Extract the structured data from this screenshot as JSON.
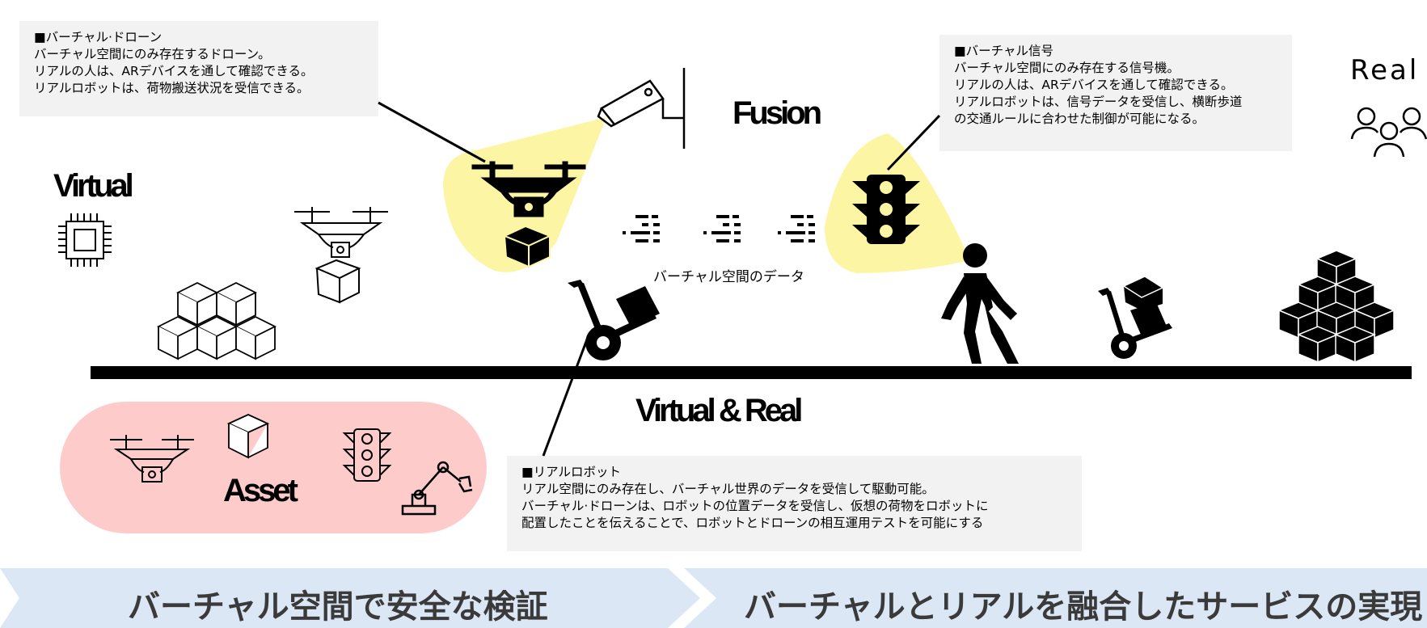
{
  "callouts": {
    "virtual_drone": {
      "title": "■バーチャル·ドローン",
      "lines": [
        "バーチャル空間にのみ存在するドローン。",
        "リアルの人は、ARデバイスを通して確認できる。",
        "リアルロボットは、荷物搬送状況を受信できる。"
      ]
    },
    "virtual_signal": {
      "title": "■バーチャル信号",
      "lines": [
        "バーチャル空間にのみ存在する信号機。",
        "リアルの人は、ARデバイスを通して確認できる。",
        "リアルロボットは、信号データを受信し、横断歩道",
        "の交通ルールに合わせた制御が可能になる。"
      ]
    },
    "real_robot": {
      "title": "■リアルロボット",
      "lines": [
        "リアル空間にのみ存在し、バーチャル世界のデータを受信して駆動可能。",
        "バーチャル·ドローンは、ロボットの位置データを受信し、仮想の荷物をロボットに",
        "配置したことを伝えることで、ロボットとドローンの相互運用テストを可能にする"
      ]
    }
  },
  "labels": {
    "virtual": "Virtual",
    "fusion": "Fusion",
    "real": "Real",
    "virtual_real": "Virtual & Real",
    "asset": "Asset",
    "virtual_data": "バーチャル空間のデータ"
  },
  "banners": {
    "left": "バーチャル空間で安全な検証",
    "right": "バーチャルとリアルを融合したサービスの実現"
  },
  "colors": {
    "highlight": "#fbf5a4",
    "asset_bg": "#fecbcb",
    "callout_bg": "#f2f2f2",
    "banner_bg": "#dce7f5",
    "banner_text": "#3a3a3a"
  },
  "icons": [
    "chip-icon",
    "drone-icon",
    "box-icon",
    "camera-icon",
    "traffic-light-icon",
    "data-icon",
    "dolly-icon",
    "pedestrian-icon",
    "people-icon",
    "robot-arm-icon"
  ]
}
